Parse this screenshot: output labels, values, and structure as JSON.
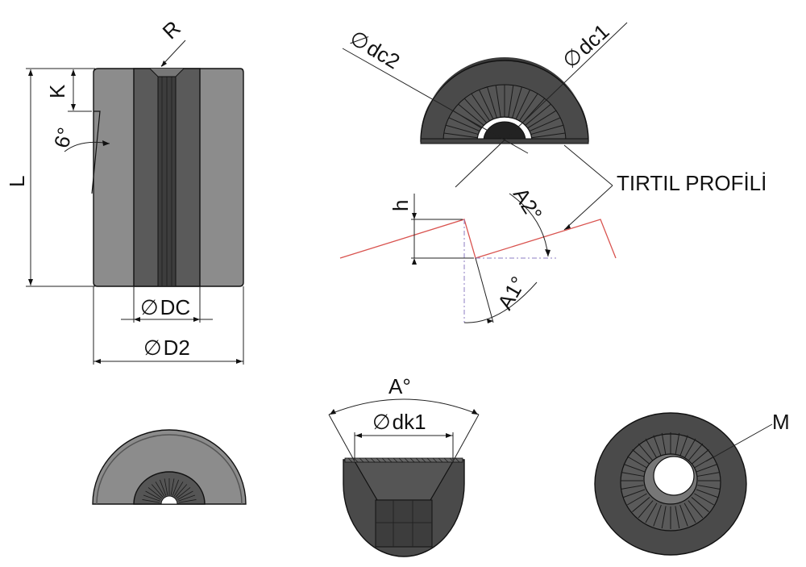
{
  "colors": {
    "outer_body": "#8c8c8c",
    "inner_bore": "#555555",
    "dark_face": "#4a4a4a",
    "edge": "#111111",
    "profile_line": "#d9534f",
    "centerline": "#8e7cc3",
    "background": "#ffffff"
  },
  "labels": {
    "R": "R",
    "K": "K",
    "angle6": "6°",
    "L": "L",
    "DC": "DC",
    "D2": "D2",
    "dc2": "dc2",
    "dc1": "dc1",
    "profile_title": "TIRTIL PROFİLİ",
    "h": "h",
    "A2": "A2°",
    "A1": "A1°",
    "A": "A°",
    "dk1": "dk1",
    "M": "M"
  },
  "symbols": {
    "diameter": "∅"
  }
}
